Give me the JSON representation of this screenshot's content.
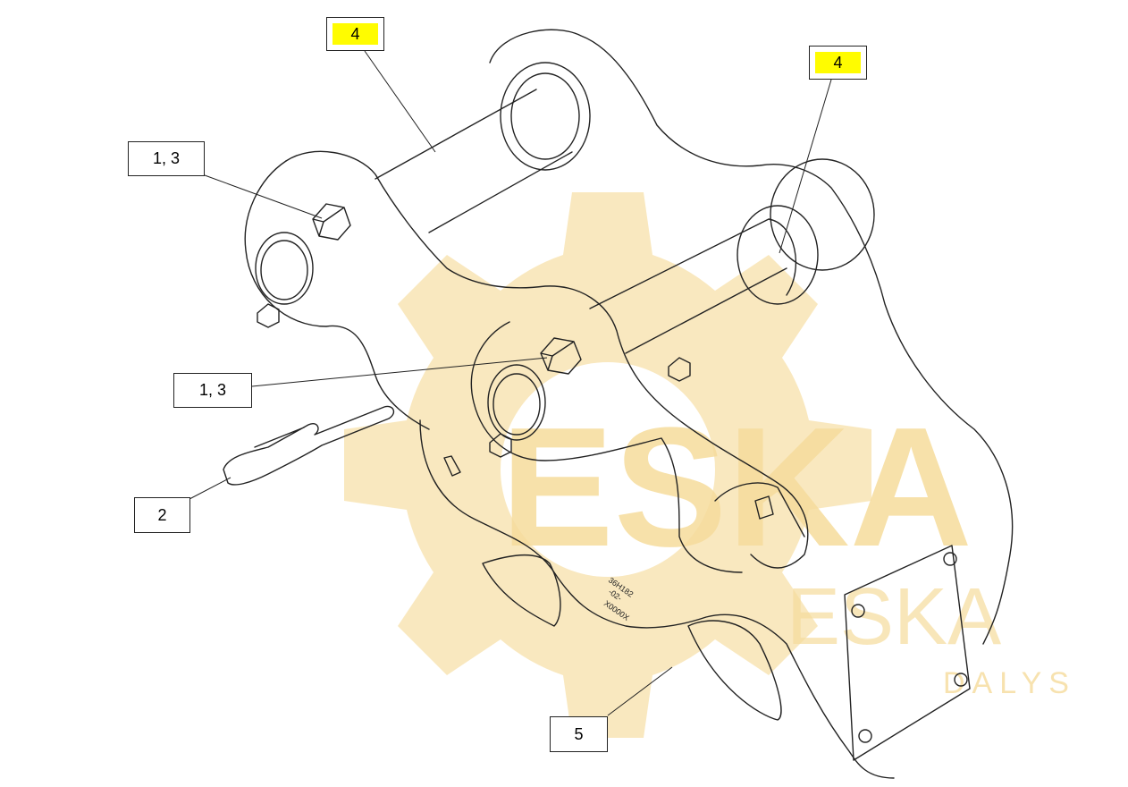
{
  "callouts": [
    {
      "id": "c4a",
      "text": "4",
      "highlighted": true
    },
    {
      "id": "c4b",
      "text": "4",
      "highlighted": true
    },
    {
      "id": "c13a",
      "text": "1, 3",
      "highlighted": false
    },
    {
      "id": "c13b",
      "text": "1, 3",
      "highlighted": false
    },
    {
      "id": "c2",
      "text": "2",
      "highlighted": false
    },
    {
      "id": "c5",
      "text": "5",
      "highlighted": false
    }
  ],
  "part_marking": [
    "36H182",
    "-02-",
    "X0000X"
  ],
  "watermark": {
    "brand": "ESKA",
    "mirror_brand": "ESKA",
    "sub": "DALYS",
    "color": "#f6dc9c"
  },
  "colors": {
    "highlight": "#fffc00",
    "line": "#222222"
  }
}
